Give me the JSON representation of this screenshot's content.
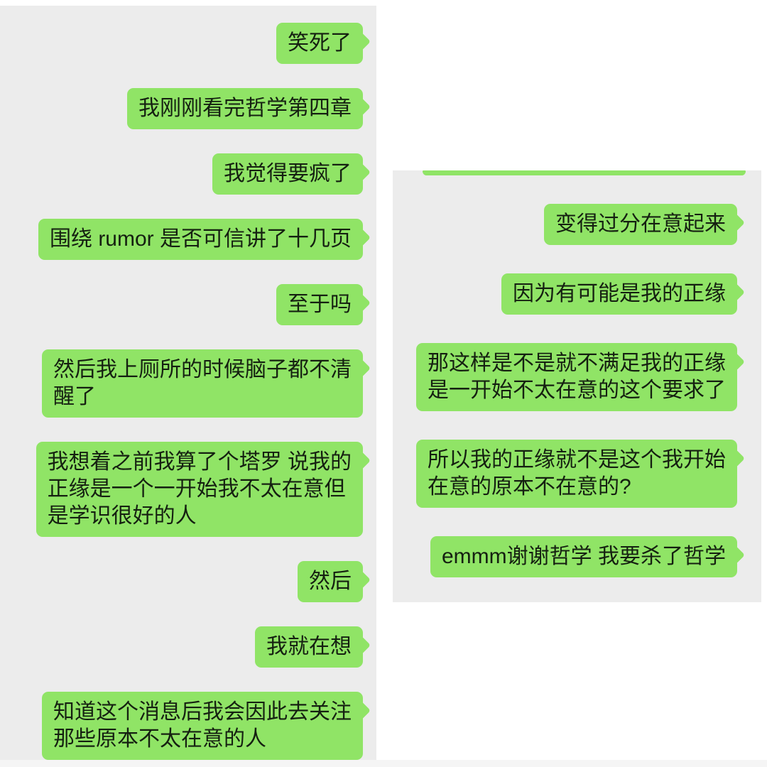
{
  "colors": {
    "page_bg": "#ffffff",
    "panel_bg": "#ececec",
    "bubble_green": "#90e466",
    "bubble_text": "#152011"
  },
  "left_chat": {
    "alignment": "right",
    "messages": [
      {
        "text": "笑死了"
      },
      {
        "text": "我刚刚看完哲学第四章"
      },
      {
        "text": "我觉得要疯了"
      },
      {
        "text": "围绕 rumor 是否可信讲了十几页"
      },
      {
        "text": "至于吗"
      },
      {
        "text": "然后我上厕所的时候脑子都不清\n醒了"
      },
      {
        "text": "我想着之前我算了个塔罗 说我的\n正缘是一个一开始我不太在意但\n是学识很好的人"
      },
      {
        "text": "然后"
      },
      {
        "text": "我就在想"
      },
      {
        "text": "知道这个消息后我会因此去关注\n那些原本不太在意的人"
      }
    ]
  },
  "right_chat": {
    "alignment": "right",
    "cutoff_bubble_at_top": true,
    "messages": [
      {
        "text": "变得过分在意起来"
      },
      {
        "text": "因为有可能是我的正缘"
      },
      {
        "text": "那这样是不是就不满足我的正缘\n是一开始不太在意的这个要求了"
      },
      {
        "text": "所以我的正缘就不是这个我开始\n在意的原本不在意的?"
      },
      {
        "text": "emmm谢谢哲学 我要杀了哲学"
      }
    ]
  }
}
